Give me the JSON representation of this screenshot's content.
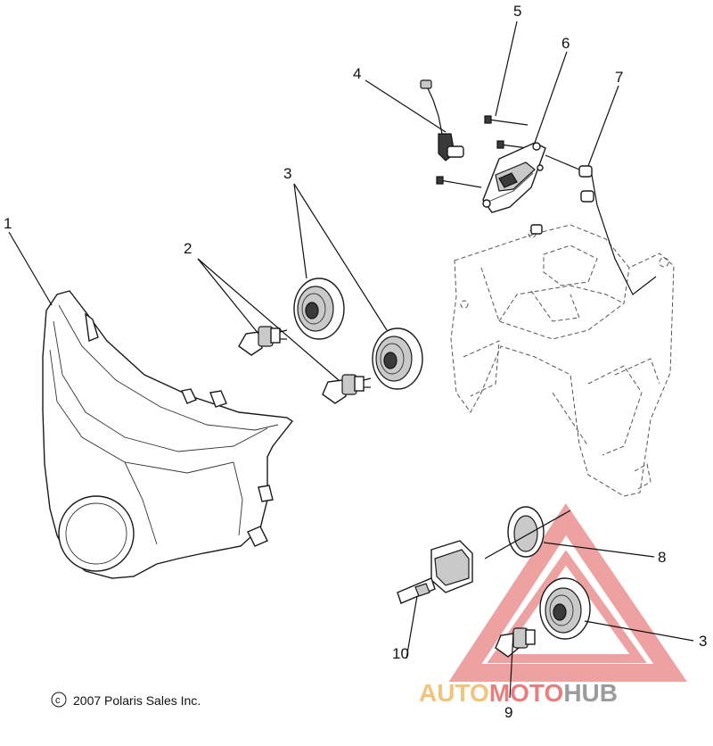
{
  "callouts": {
    "c1": "1",
    "c2": "2",
    "c3a": "3",
    "c4": "4",
    "c5": "5",
    "c6": "6",
    "c7": "7",
    "c8": "8",
    "c3b": "3",
    "c9": "9",
    "c10": "10"
  },
  "copyright": "2007 Polaris Sales Inc.",
  "copyright_symbol": "c",
  "watermark": {
    "part1": "AUTO",
    "part2": "MOTO",
    "part3": "HUB",
    "colors": {
      "red": "#e05555",
      "orange": "#f0b050",
      "gray": "#7a7a7a"
    }
  }
}
